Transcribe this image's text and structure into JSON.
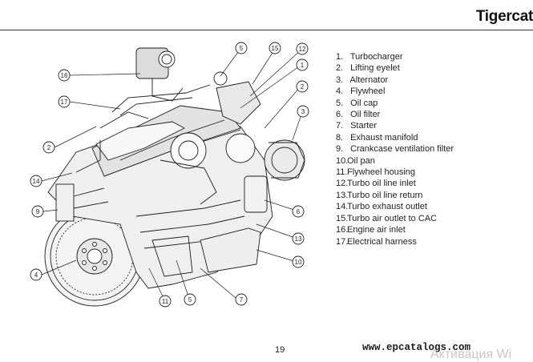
{
  "header": {
    "brand": "Tigercat"
  },
  "legend": [
    {
      "num": "1.",
      "label": "Turbocharger"
    },
    {
      "num": "2.",
      "label": "Lifting eyelet"
    },
    {
      "num": "3.",
      "label": "Alternator"
    },
    {
      "num": "4.",
      "label": "Flywheel"
    },
    {
      "num": "5.",
      "label": "Oil cap"
    },
    {
      "num": "6.",
      "label": "Oil filter"
    },
    {
      "num": "7.",
      "label": "Starter"
    },
    {
      "num": "8.",
      "label": "Exhaust manifold"
    },
    {
      "num": "9.",
      "label": "Crankcase ventilation filter"
    },
    {
      "num": "10.",
      "label": "Oil pan"
    },
    {
      "num": "11.",
      "label": "Flywheel housing"
    },
    {
      "num": "12.",
      "label": "Turbo oil line inlet"
    },
    {
      "num": "13.",
      "label": "Turbo oil line return"
    },
    {
      "num": "14.",
      "label": "Turbo exhaust outlet"
    },
    {
      "num": "15.",
      "label": "Turbo air outlet to CAC"
    },
    {
      "num": "16.",
      "label": "Engine air inlet"
    },
    {
      "num": "17.",
      "label": "Electrical harness"
    }
  ],
  "callouts": [
    "16",
    "17",
    "2",
    "14",
    "9",
    "4",
    "11",
    "5",
    "7",
    "5",
    "15",
    "12",
    "1",
    "2",
    "3",
    "6",
    "13",
    "10"
  ],
  "footer": {
    "page_number": "19",
    "website": "www.epcatalogs.com",
    "watermark": "Активация Wi"
  }
}
